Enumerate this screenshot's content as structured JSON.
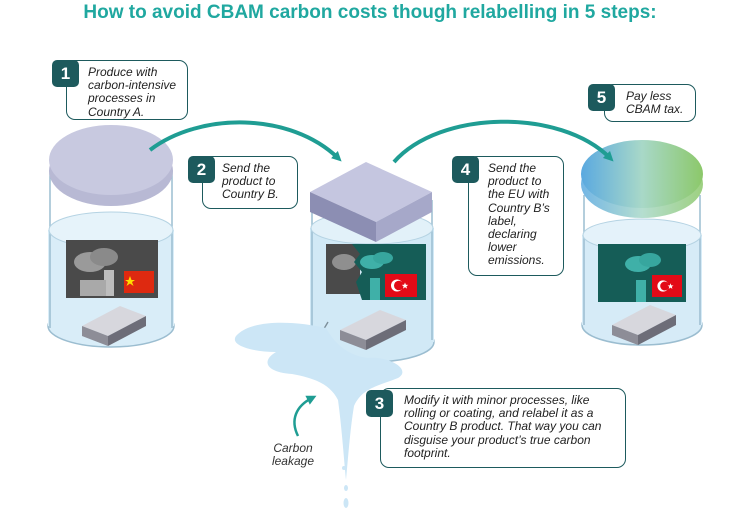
{
  "title": "How to avoid CBAM carbon costs though relabelling in 5 steps:",
  "steps": [
    {
      "number": "1",
      "text": "Produce with carbon-intensive processes in Country A."
    },
    {
      "number": "2",
      "text": "Send the product to Country B."
    },
    {
      "number": "3",
      "text": "Modify it with minor processes, like rolling or coating, and relabel it as a Country B product. That way you can disguise your product’s true carbon footprint."
    },
    {
      "number": "4",
      "text": "Send the product to the EU with Country B’s label, declaring lower emissions."
    },
    {
      "number": "5",
      "text": "Pay less CBAM tax."
    }
  ],
  "leakage_label": "Carbon leakage",
  "colors": {
    "title": "#20a8a0",
    "step_badge": "#1d5a5d",
    "arrow": "#1f9d93",
    "jar_liquid": "#cfe7f5",
    "lid": "#c4c5de"
  },
  "icons": [
    "factory-icon",
    "china-flag-icon",
    "turkey-flag-icon",
    "metal-bar-icon",
    "arrow-icon"
  ]
}
